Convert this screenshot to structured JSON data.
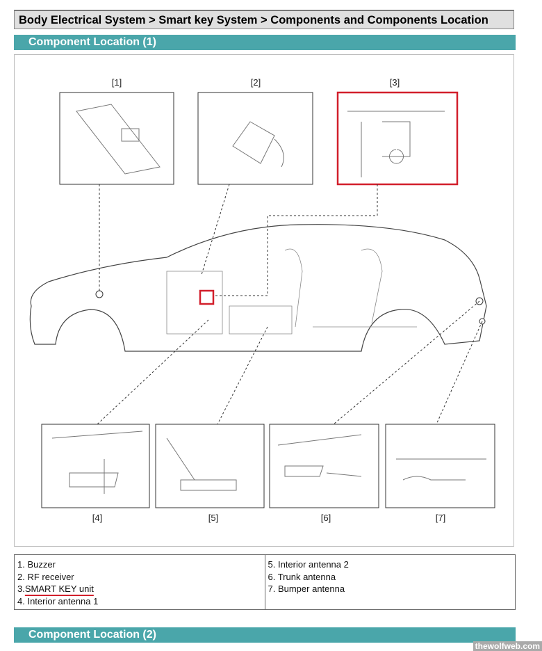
{
  "breadcrumb": "Body Electrical System > Smart key System > Components and Components Location",
  "sections": [
    "Component Location (1)",
    "Component Location (2)"
  ],
  "callouts": [
    "[1]",
    "[2]",
    "[3]",
    "[4]",
    "[5]",
    "[6]",
    "[7]"
  ],
  "legend": {
    "left": [
      "1. Buzzer",
      "2. RF receiver",
      "3.",
      "SMART KEY unit",
      "4. Interior antenna 1"
    ],
    "right": [
      "5. Interior antenna 2",
      "6. Trunk antenna",
      "7. Bumper antenna"
    ]
  },
  "watermark": "thewolfweb.com",
  "colors": {
    "teal": "#4aa6aa",
    "highlight": "#d21f2b"
  }
}
